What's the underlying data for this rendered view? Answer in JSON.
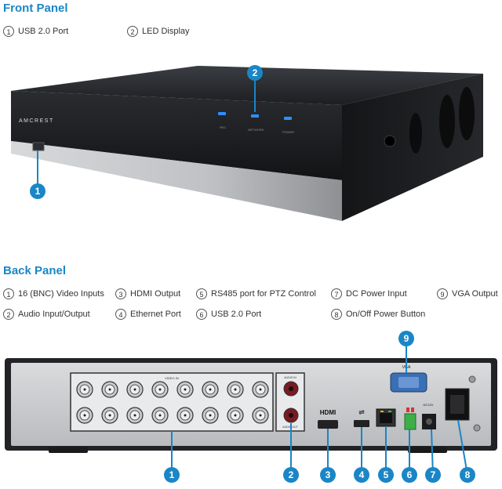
{
  "front_panel": {
    "heading": "Front Panel",
    "legend": [
      {
        "num": "1",
        "label": "USB 2.0 Port"
      },
      {
        "num": "2",
        "label": "LED Display"
      }
    ],
    "brand": "AMCREST",
    "led_labels": [
      "REC",
      "NETWORK",
      "POWER"
    ],
    "callouts": [
      "1",
      "2"
    ]
  },
  "back_panel": {
    "heading": "Back Panel",
    "legend": [
      {
        "num": "1",
        "label": "16 (BNC) Video Inputs"
      },
      {
        "num": "3",
        "label": "HDMI Output"
      },
      {
        "num": "5",
        "label": "RS485 port for PTZ Control"
      },
      {
        "num": "7",
        "label": "DC Power Input"
      },
      {
        "num": "9",
        "label": "VGA Output"
      },
      {
        "num": "2",
        "label": "Audio Input/Output"
      },
      {
        "num": "4",
        "label": "Ethernet Port"
      },
      {
        "num": "6",
        "label": "USB 2.0 Port"
      },
      {
        "num": "8",
        "label": "On/Off Power Button"
      }
    ],
    "port_labels": {
      "video_in": "VIDEO IN",
      "audio_in": "AUDIO IN",
      "audio_out": "AUDIO OUT",
      "hdmi": "HDMI",
      "vga": "VGA",
      "dc": "DC12V"
    },
    "callouts": [
      "1",
      "2",
      "3",
      "4",
      "5",
      "6",
      "7",
      "8",
      "9"
    ]
  },
  "colors": {
    "heading": "#1a86c6",
    "callout": "#1a86c6",
    "panel_dark": "#1d1f22",
    "panel_silver": "#c9cbce",
    "led": "#2f8fff"
  }
}
